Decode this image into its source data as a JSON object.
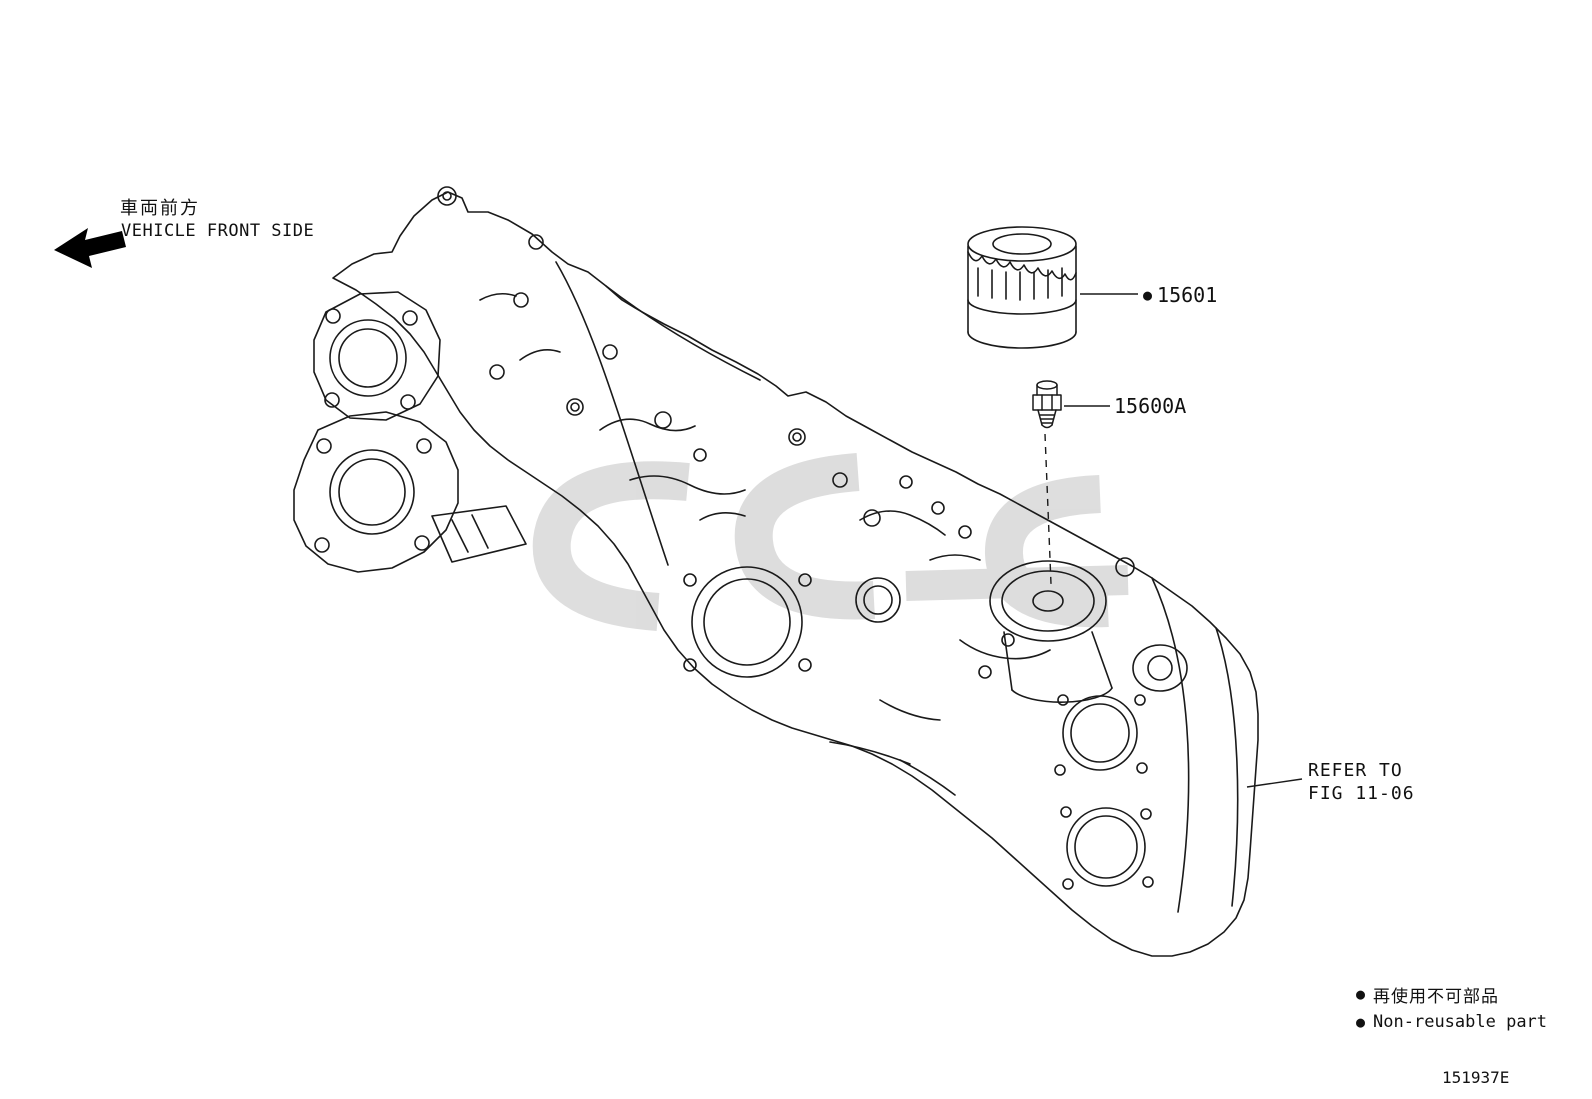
{
  "page": {
    "code": "151937E",
    "background": "#ffffff",
    "line_color": "#1a1a1a",
    "watermark_color": "#d8d8d8"
  },
  "orientation": {
    "jp": "車両前方",
    "en": "VEHICLE FRONT SIDE"
  },
  "callouts": {
    "oil_filter": {
      "bullet": "●",
      "number": "15601"
    },
    "filter_union": {
      "number": "15600A"
    }
  },
  "reference": {
    "line1": "REFER TO",
    "line2": "FIG 11-06"
  },
  "legend": {
    "rows": [
      {
        "bullet": "●",
        "label": "再使用不可部品"
      },
      {
        "bullet": "●",
        "label": "Non-reusable part"
      }
    ]
  }
}
